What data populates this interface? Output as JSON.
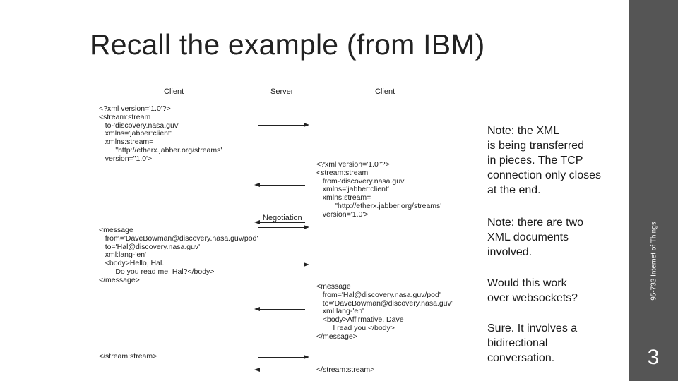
{
  "title": "Recall the example (from IBM)",
  "sidebar": {
    "course": "95-733 Internet of Things",
    "page_number": "3"
  },
  "figure": {
    "left_header": "Client",
    "center_header": "Server",
    "right_header": "Client",
    "negotiation_label": "Negotiation",
    "client_open": "<?xml version='1.0'?>\n<stream:stream\n   to-'discovery.nasa.guv'\n   xmlns='jabber:client'\n   xmlns:stream=\n        \"http://etherx.jabber.org/streams'\n   version=\"1.0'>",
    "server_open": "<?xml version='1.0''?>\n<stream:stream\n   from-'discovery.nasa.guv'\n   xmlns='jabber:client'\n   xmlns:stream=\n         \"http://etherx.jabber.org/streams'\n   version='1.0'>",
    "client_message": "<message\n   from='DaveBowman@discovery.nasa.guv/pod'\n   to='Hal@discovery.nasa.guv'\n   xml:lang-'en'\n   <body>Hello, Hal.\n        Do you read me, Hal?</body>\n</message>",
    "server_message": "<message\n   from='Hal@discovery.nasa.guv/pod'\n   to='DaveBowman@discovery.nasa.guv'\n   xml:lang-'en'\n   <body>Affirmative, Dave\n        I read you.</body>\n</message>",
    "client_close": "</stream:stream>",
    "server_close": "</stream:stream>"
  },
  "notes": {
    "note1": "Note: the XML\nis being transferred\nin pieces. The TCP\nconnection only closes\nat the end.",
    "note2": "Note: there are two\nXML documents\ninvolved.",
    "note3": "Would this work\nover websockets?",
    "note4": "Sure. It involves a\nbidirectional\nconversation."
  }
}
